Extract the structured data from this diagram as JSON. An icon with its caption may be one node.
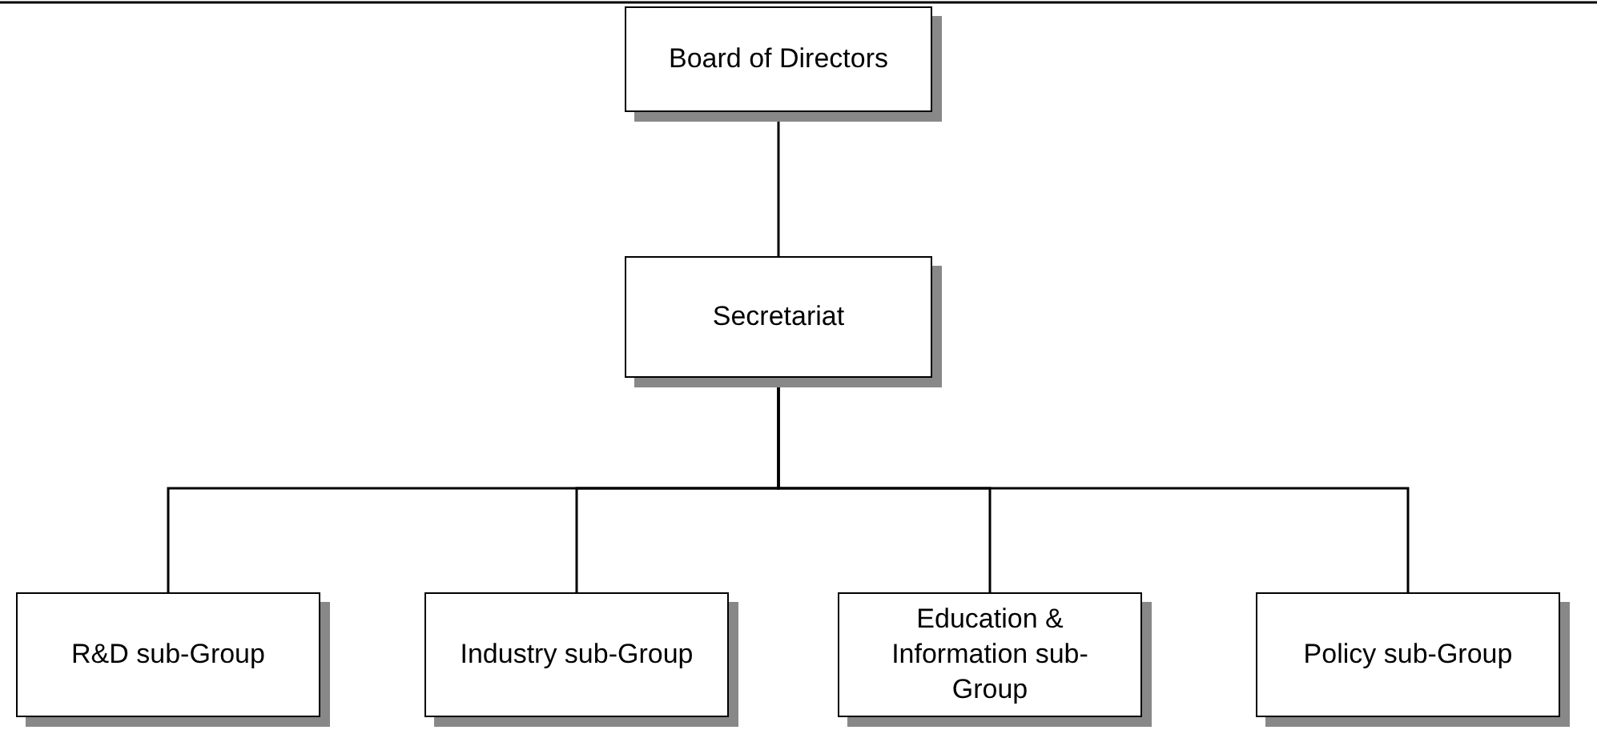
{
  "diagram": {
    "nodes": [
      {
        "text": [
          "Board of Directors"
        ]
      },
      {
        "text": [
          "Secretariat"
        ]
      },
      {
        "text": [
          "R&D sub-Group"
        ]
      },
      {
        "text": [
          "Industry sub-Group"
        ]
      },
      {
        "text": [
          "Education & Information sub-Group"
        ]
      },
      {
        "text": [
          "Policy sub-Group"
        ]
      }
    ],
    "edges": [
      {
        "from": 0,
        "to": 1,
        "arrow": "none"
      },
      {
        "from": 1,
        "to": 2,
        "arrow": "none"
      },
      {
        "from": 1,
        "to": 3,
        "arrow": "none"
      },
      {
        "from": 1,
        "to": 4,
        "arrow": "none"
      },
      {
        "from": 1,
        "to": 5,
        "arrow": "none"
      }
    ]
  }
}
